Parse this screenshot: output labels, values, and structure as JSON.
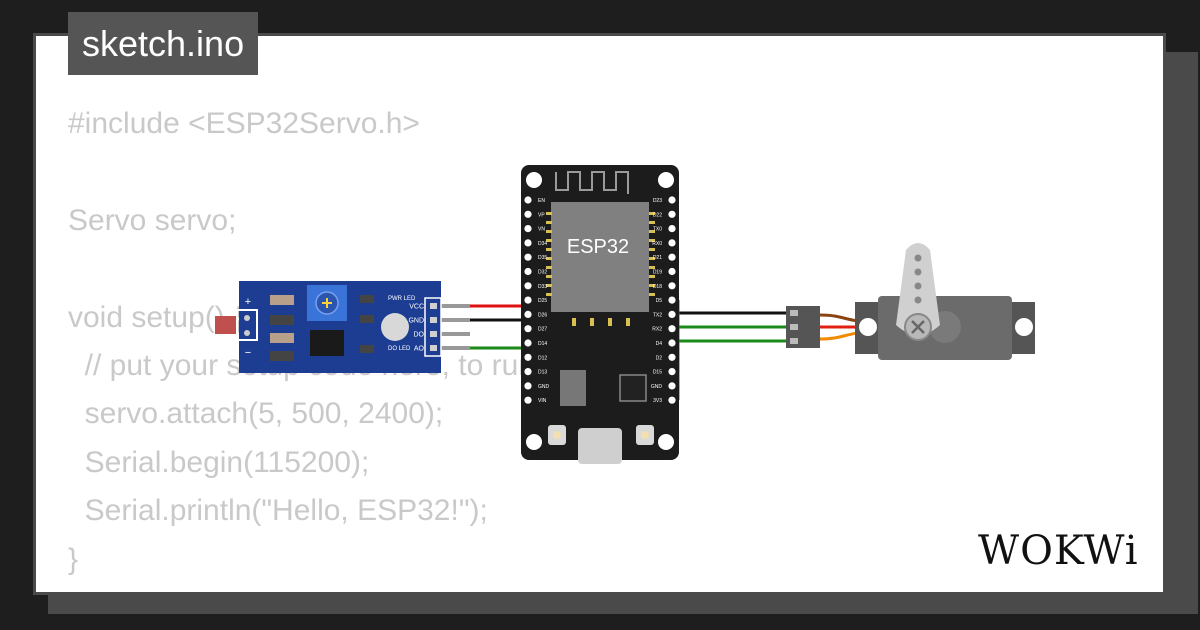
{
  "file": {
    "name": "sketch.ino"
  },
  "code_lines": [
    "#include <ESP32Servo.h>",
    "",
    "Servo servo;",
    "",
    "void setup() {",
    "  // put your setup code here, to run once:",
    "  servo.attach(5, 500, 2400);",
    "  Serial.begin(115200);",
    "  Serial.println(\"Hello, ESP32!\");",
    "}"
  ],
  "circuit": {
    "esp32_label": "ESP32",
    "esp32_left_pins": [
      "EN",
      "VP",
      "VN",
      "D34",
      "D35",
      "D32",
      "D33",
      "D25",
      "D26",
      "D27",
      "D14",
      "D12",
      "D13",
      "GND",
      "VIN"
    ],
    "esp32_right_pins": [
      "D23",
      "D22",
      "TX0",
      "RX0",
      "D21",
      "D19",
      "D18",
      "D5",
      "TX2",
      "RX2",
      "D4",
      "D2",
      "D15",
      "GND",
      "3V3"
    ],
    "sensor_pins": [
      "VCC",
      "GND",
      "DO",
      "AO"
    ],
    "sensor_leds": [
      "PWR LED",
      "DO LED"
    ],
    "sensor_polarity": [
      "+",
      "−"
    ],
    "wire_colors": {
      "vcc": "#e01010",
      "gnd": "#111111",
      "signal": "#1a8a1a",
      "servo_brown": "#8b4513",
      "servo_red": "#e02010",
      "servo_orange": "#f08a00"
    }
  },
  "brand": {
    "logo": "WOKWi"
  }
}
